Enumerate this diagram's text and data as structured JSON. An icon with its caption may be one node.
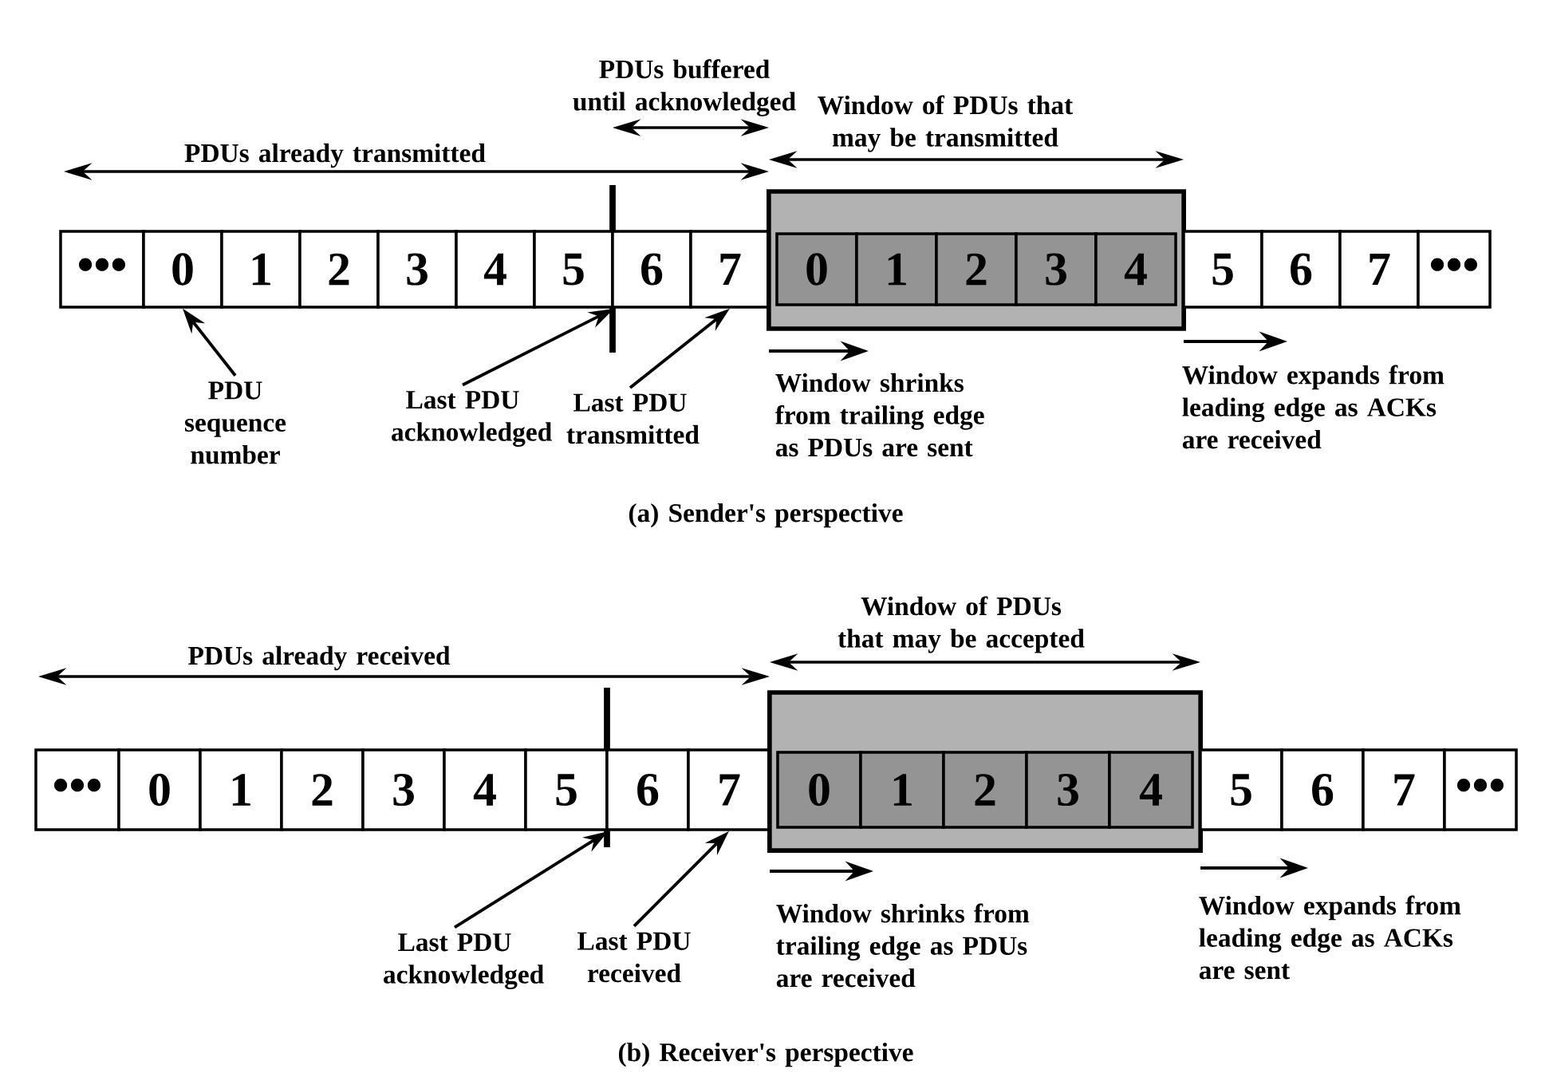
{
  "diagram": {
    "nodes": [
      {
        "text": [
          "•••"
        ]
      },
      {
        "text": [
          "0"
        ]
      },
      {
        "text": [
          "1"
        ]
      },
      {
        "text": [
          "2"
        ]
      },
      {
        "text": [
          "3"
        ]
      },
      {
        "text": [
          "4"
        ]
      },
      {
        "text": [
          "5"
        ]
      },
      {
        "text": [
          "6"
        ]
      },
      {
        "text": [
          "7"
        ]
      },
      {
        "text": [],
        "shape": "box"
      },
      {
        "text": [
          "0"
        ],
        "in": 9
      },
      {
        "text": [
          "1"
        ],
        "in": 9
      },
      {
        "text": [
          "2"
        ],
        "in": 9
      },
      {
        "text": [
          "3"
        ],
        "in": 9
      },
      {
        "text": [
          "4"
        ],
        "in": 9
      },
      {
        "text": [
          "5"
        ]
      },
      {
        "text": [
          "6"
        ]
      },
      {
        "text": [
          "7"
        ]
      },
      {
        "text": [
          "•••"
        ]
      },
      {
        "text": [
          "PDU sequence number"
        ]
      },
      {
        "text": [
          "Last PDU acknowledged"
        ]
      },
      {
        "text": [
          "Last PDU transmitted"
        ]
      },
      {
        "text": [
          "•••"
        ]
      },
      {
        "text": [
          "0"
        ]
      },
      {
        "text": [
          "1"
        ]
      },
      {
        "text": [
          "2"
        ]
      },
      {
        "text": [
          "3"
        ]
      },
      {
        "text": [
          "4"
        ]
      },
      {
        "text": [
          "5"
        ]
      },
      {
        "text": [
          "6"
        ]
      },
      {
        "text": [
          "7"
        ]
      },
      {
        "text": [],
        "shape": "box"
      },
      {
        "text": [
          "0"
        ],
        "in": 31
      },
      {
        "text": [
          "1"
        ],
        "in": 31
      },
      {
        "text": [
          "2"
        ],
        "in": 31
      },
      {
        "text": [
          "3"
        ],
        "in": 31
      },
      {
        "text": [
          "4"
        ],
        "in": 31
      },
      {
        "text": [
          "5"
        ]
      },
      {
        "text": [
          "6"
        ]
      },
      {
        "text": [
          "7"
        ]
      },
      {
        "text": [
          "•••"
        ]
      },
      {
        "text": [
          "Last PDU acknowledged"
        ]
      },
      {
        "text": [
          "Last PDU received"
        ]
      }
    ],
    "edges": [
      {
        "from": 19,
        "to": 1,
        "arrow": "to"
      },
      {
        "from": 20,
        "to": 6,
        "arrow": "to"
      },
      {
        "from": 21,
        "to": 8,
        "arrow": "to"
      },
      {
        "from": 41,
        "to": 28,
        "arrow": "to"
      },
      {
        "from": 42,
        "to": 30,
        "arrow": "to"
      }
    ],
    "labels": [
      "PDUs buffered until acknowledged",
      "Window of PDUs that may be transmitted",
      "PDUs already transmitted",
      "Window shrinks from trailing edge as PDUs are sent",
      "Window expands from leading edge as ACKs are received",
      "(a) Sender's perspective",
      "Window of PDUs that may be accepted",
      "PDUs already received",
      "Window shrinks from trailing edge as PDUs are received",
      "Window expands from leading edge as ACKs are sent",
      "(b) Receiver's perspective"
    ]
  }
}
